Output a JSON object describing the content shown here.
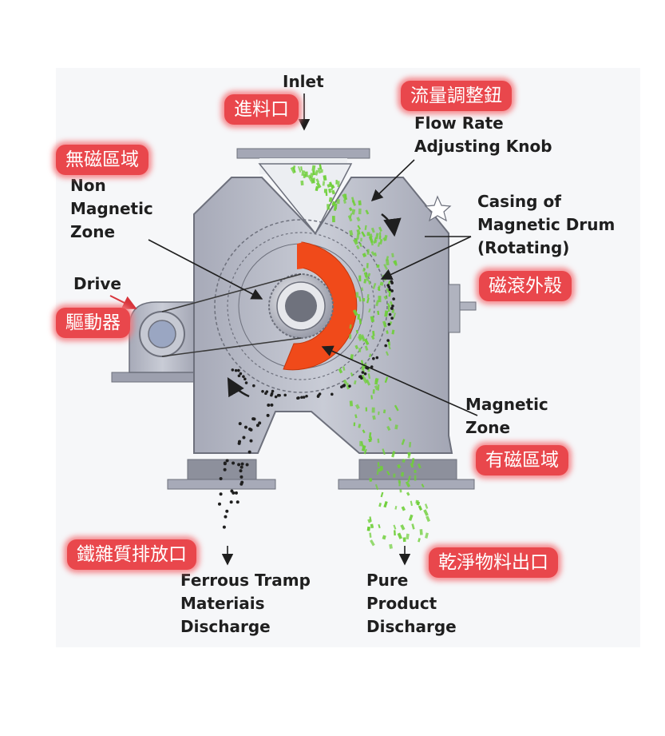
{
  "labels_en": {
    "inlet": "Inlet",
    "flow_rate": "Flow Rate\nAdjusting Knob",
    "non_magnetic": "Non\nMagnetic\nZone",
    "casing": "Casing of\nMagnetic Drum\n(Rotating)",
    "drive": "Drive",
    "magnetic_zone": "Magnetic\nZone",
    "ferrous": "Ferrous Tramp\nMateriais\nDischarge",
    "pure": "Pure\nProduct\nDischarge"
  },
  "labels_zh": {
    "inlet": "進料口",
    "flow_rate": "流量調整鈕",
    "non_magnetic": "無磁區域",
    "casing": "磁滾外殼",
    "drive": "驅動器",
    "magnetic_zone": "有磁區域",
    "ferrous": "鐵雜質排放口",
    "pure": "乾淨物料出口"
  },
  "colors": {
    "casing": "#b4b7c4",
    "magnet": "#f04a1a",
    "particles": "#6fcf3a",
    "tag": "#e9474c"
  }
}
